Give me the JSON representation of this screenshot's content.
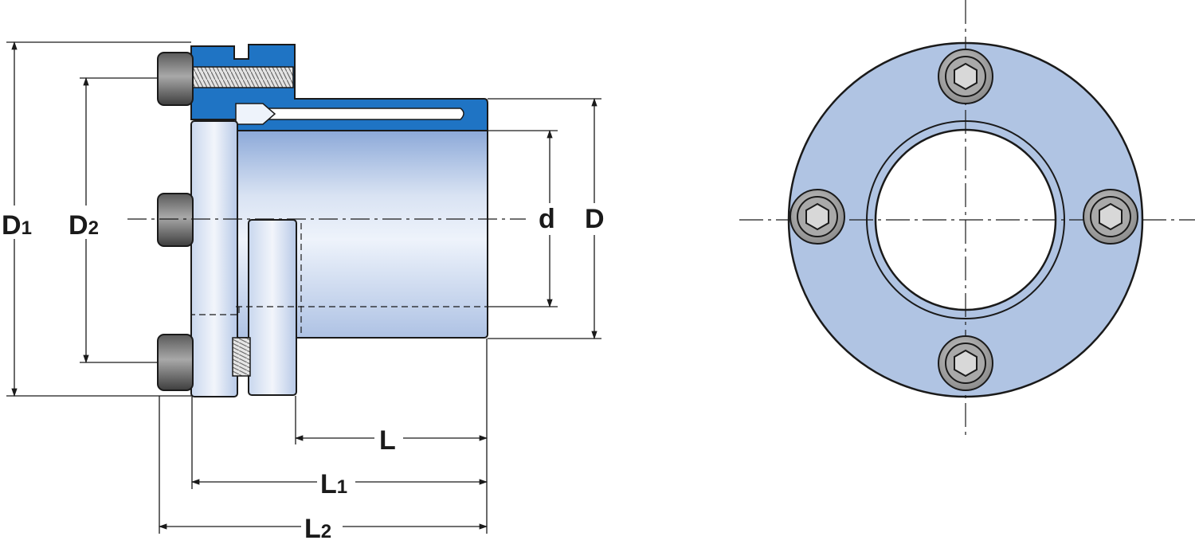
{
  "labels": {
    "D1": {
      "main": "D",
      "sub": "1"
    },
    "D2": {
      "main": "D",
      "sub": "2"
    },
    "d": {
      "main": "d"
    },
    "D": {
      "main": "D"
    },
    "L": {
      "main": "L"
    },
    "L1": {
      "main": "L",
      "sub": "1"
    },
    "L2": {
      "main": "L",
      "sub": "2"
    }
  },
  "colors": {
    "steel_light": "#e8eef8",
    "steel_mid": "#b6c8e6",
    "section_blue": "#1f74c4",
    "front_face": "#b0c4e3",
    "screw_gray": "#9a9a9a",
    "line": "#1a1a1a"
  }
}
